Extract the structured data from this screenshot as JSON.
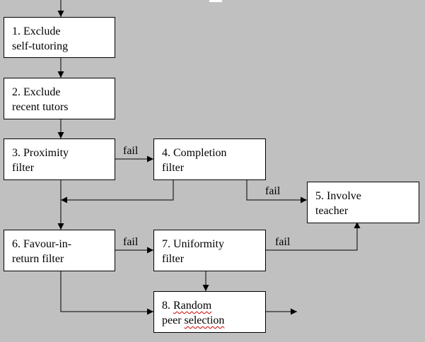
{
  "diagram": {
    "boxes": {
      "b1": {
        "text": "1. Exclude\nself-tutoring"
      },
      "b2": {
        "text": "2. Exclude\nrecent tutors"
      },
      "b3": {
        "text": "3. Proximity\nfilter"
      },
      "b4": {
        "text": "4. Completion\nfilter"
      },
      "b5": {
        "text": "5. Involve\nteacher"
      },
      "b6": {
        "text": "6. Favour-in-\nreturn filter"
      },
      "b7": {
        "text": "7. Uniformity\nfilter"
      },
      "b8": {
        "line1_prefix": "8. ",
        "line1_word": "Random",
        "line2_prefix": "peer ",
        "line2_word": "selection"
      }
    },
    "labels": {
      "fail_3_4": "fail",
      "fail_4_5": "fail",
      "fail_6_7": "fail",
      "fail_7_5": "fail"
    },
    "colors": {
      "background": "#c0c0c0",
      "box_fill": "#ffffff",
      "line": "#000000",
      "spellcheck_underline": "#cc0000"
    }
  }
}
